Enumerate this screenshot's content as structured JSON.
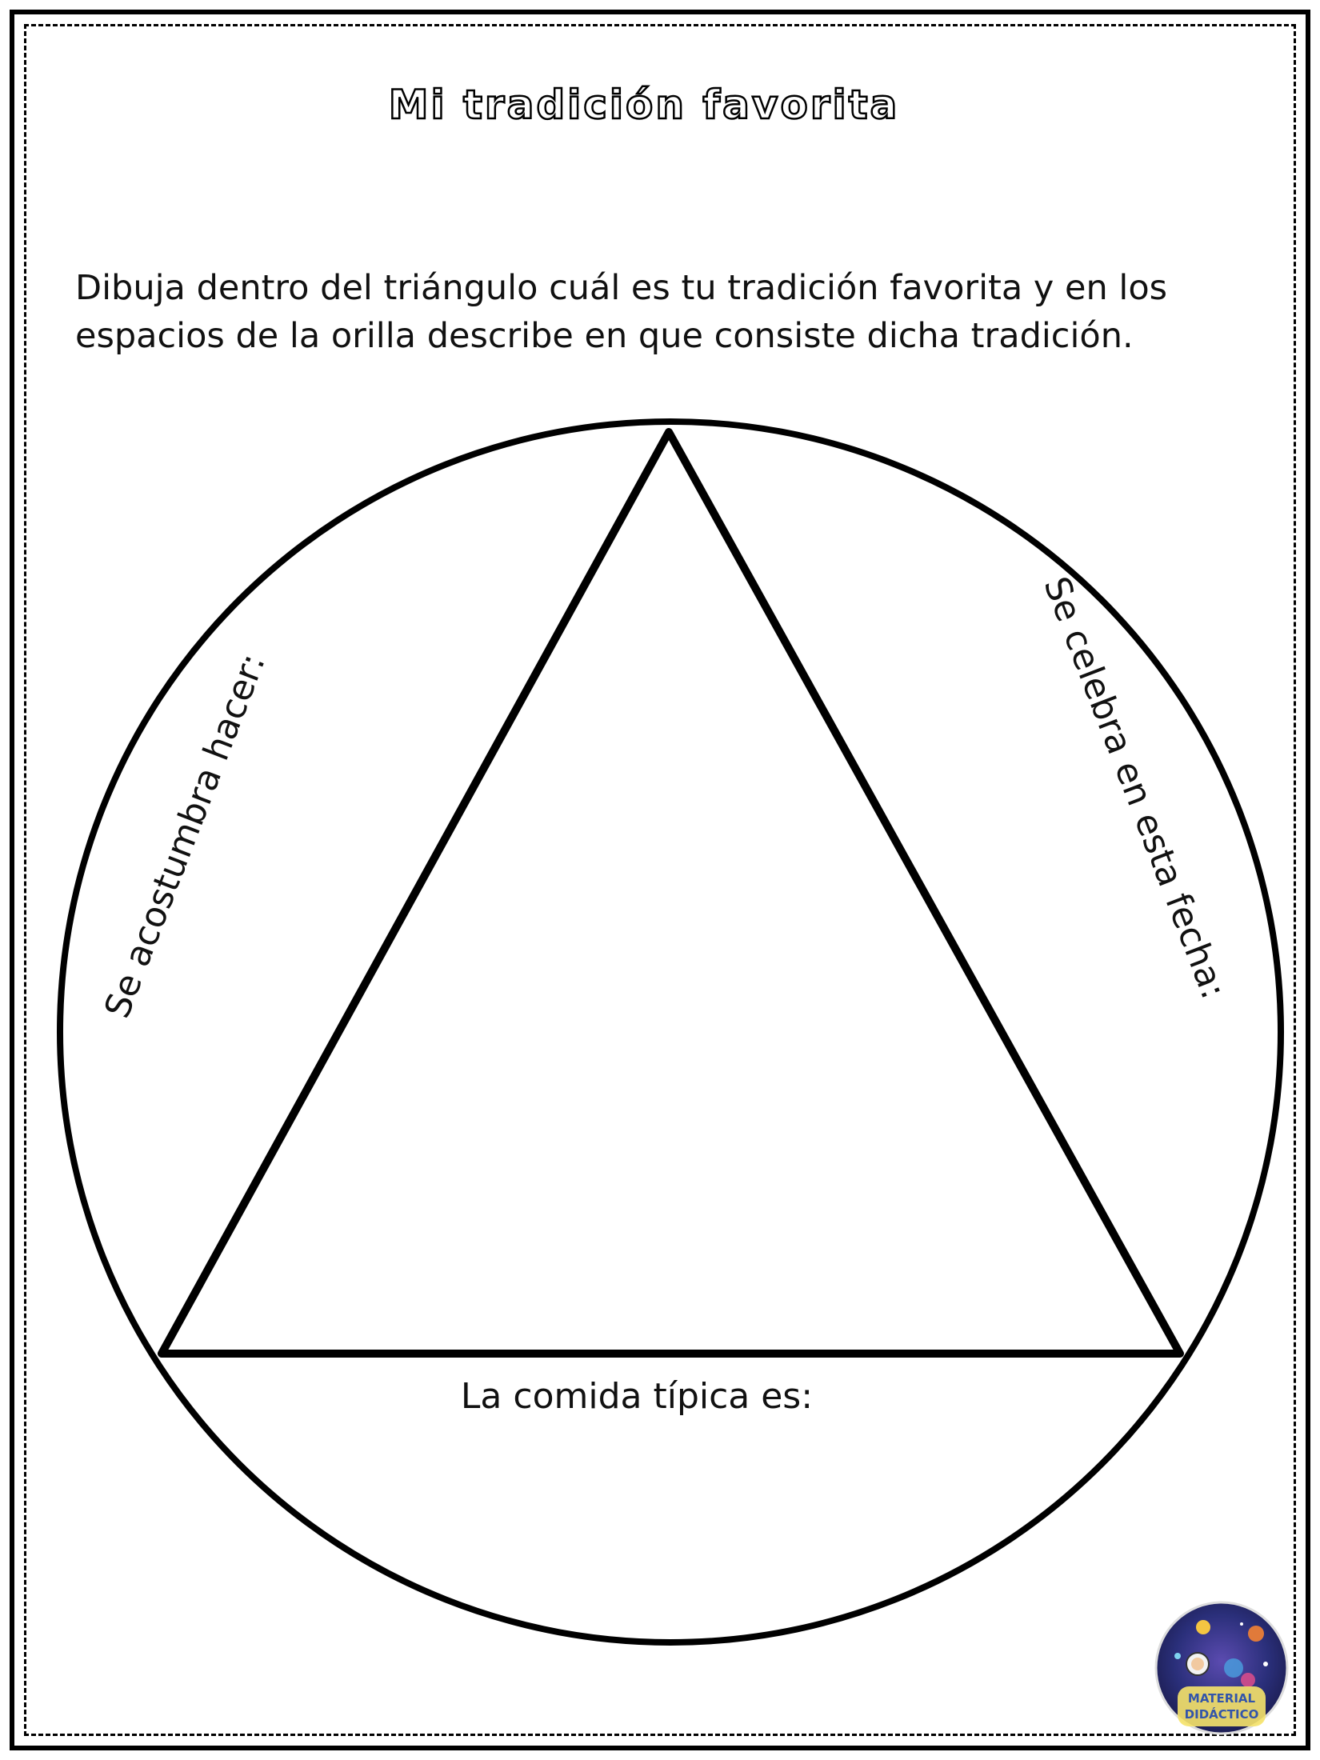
{
  "title": "Mi tradición favorita",
  "instructions": {
    "line1": "Dibuja dentro del triángulo cuál es tu tradición favorita y en los",
    "line2": "espacios de la orilla describe en que consiste dicha tradición."
  },
  "labels": {
    "left": "Se acostumbra hacer:",
    "right": "Se celebra en esta fecha:",
    "bottom": "La comida típica es:"
  },
  "logo": {
    "line1": "MATERIAL",
    "line2": "DIDÁCTICO"
  }
}
